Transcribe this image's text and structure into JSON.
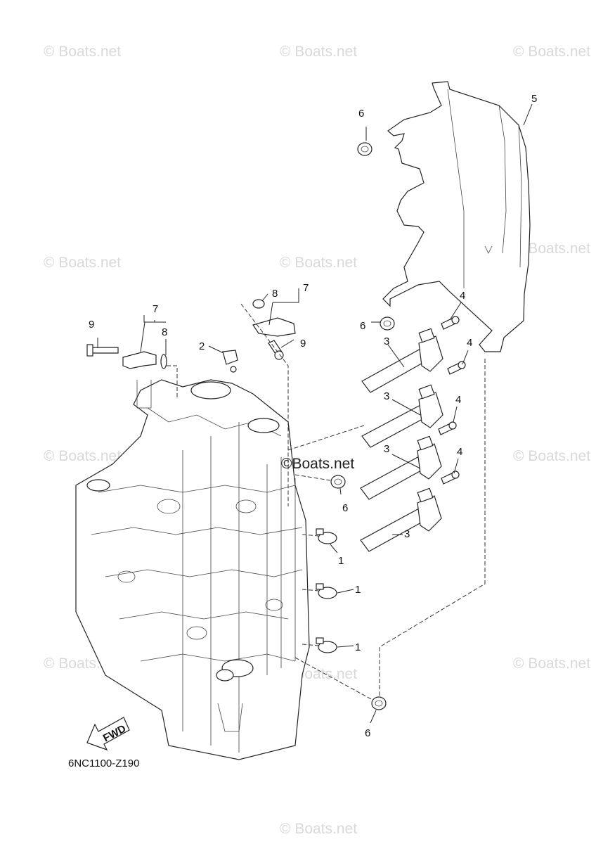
{
  "watermarks": [
    "© Boats.net",
    "© Boats.net",
    "© Boats.net",
    "© Boats.net",
    "© Boats.net",
    "© Boats.net",
    "© Boats.net",
    "© Boats.net",
    "© Boats.net",
    "© Boats.net",
    "© Boats.net",
    "© Boats.net"
  ],
  "center_watermark": "©Boats.net",
  "callouts": {
    "c1a": "1",
    "c1b": "1",
    "c1c": "1",
    "c2": "2",
    "c3a": "3",
    "c3b": "3",
    "c3c": "3",
    "c3d": "3",
    "c4a": "4",
    "c4b": "4",
    "c4c": "4",
    "c4d": "4",
    "c5": "5",
    "c6a": "6",
    "c6b": "6",
    "c6c": "6",
    "c6d": "6",
    "c7a": "7",
    "c7b": "7",
    "c8a": "8",
    "c8b": "8",
    "c9a": "9",
    "c9b": "9"
  },
  "fwd_label": "FWD",
  "diagram_code": "6NC1100-Z190"
}
